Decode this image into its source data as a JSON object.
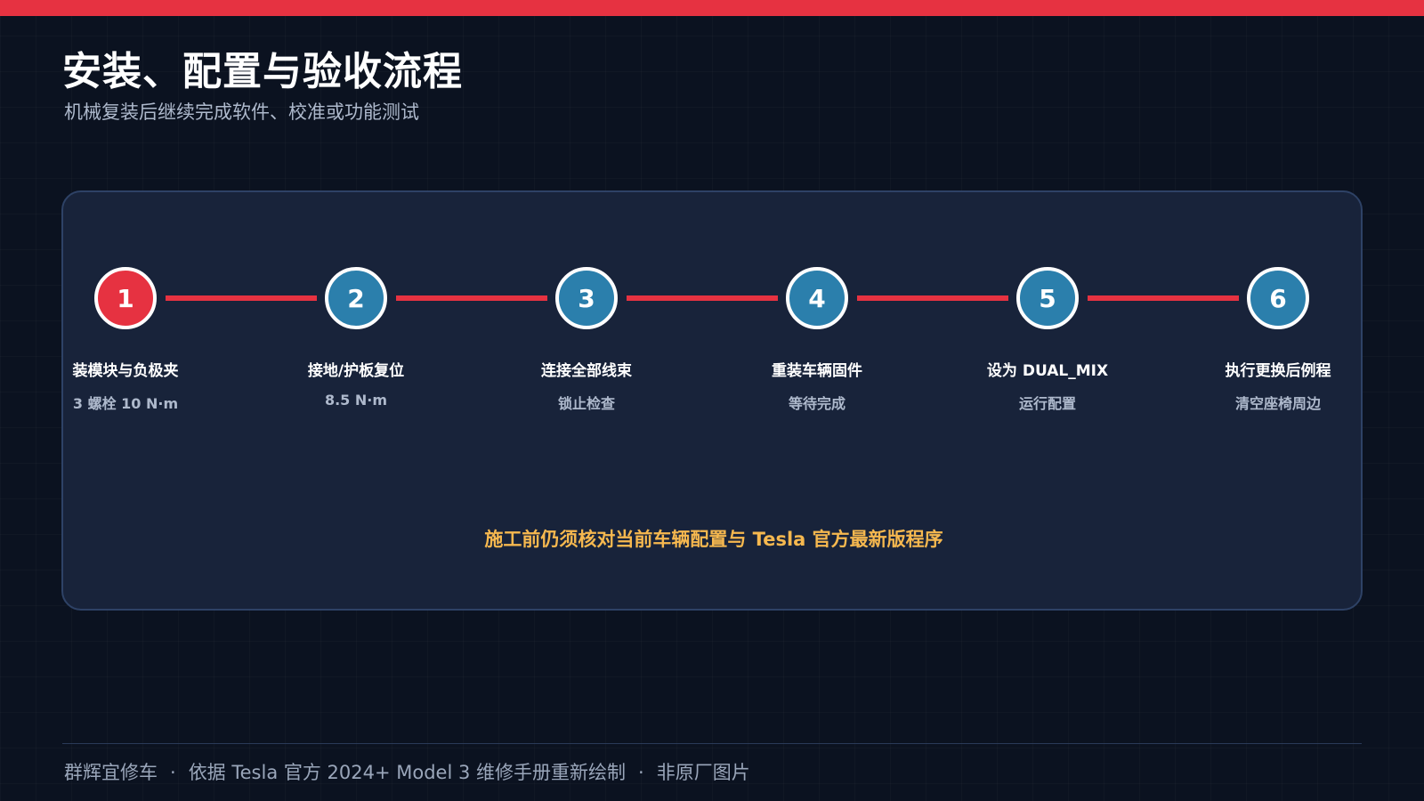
{
  "header": {
    "title": "安装、配置与验收流程",
    "subtitle": "机械复装后继续完成软件、校准或功能测试"
  },
  "colors": {
    "accent": "#e63241",
    "step_active": "#e63241",
    "step_default": "#2b7fac",
    "note": "#f6b84f",
    "panel": "#18233a"
  },
  "steps": [
    {
      "number": "1",
      "label": "装模块与负极夹",
      "detail": "3 螺栓 10 N·m",
      "active": true
    },
    {
      "number": "2",
      "label": "接地/护板复位",
      "detail": "8.5 N·m",
      "active": false
    },
    {
      "number": "3",
      "label": "连接全部线束",
      "detail": "锁止检查",
      "active": false
    },
    {
      "number": "4",
      "label": "重装车辆固件",
      "detail": "等待完成",
      "active": false
    },
    {
      "number": "5",
      "label": "设为 DUAL_MIX",
      "detail": "运行配置",
      "active": false
    },
    {
      "number": "6",
      "label": "执行更换后例程",
      "detail": "清空座椅周边",
      "active": false
    }
  ],
  "note": "施工前仍须核对当前车辆配置与 Tesla 官方最新版程序",
  "footer": {
    "brand": "群辉宜修车",
    "source": "依据 Tesla 官方 2024+ Model 3 维修手册重新绘制",
    "disclaimer": "非原厂图片",
    "separator": "·"
  }
}
